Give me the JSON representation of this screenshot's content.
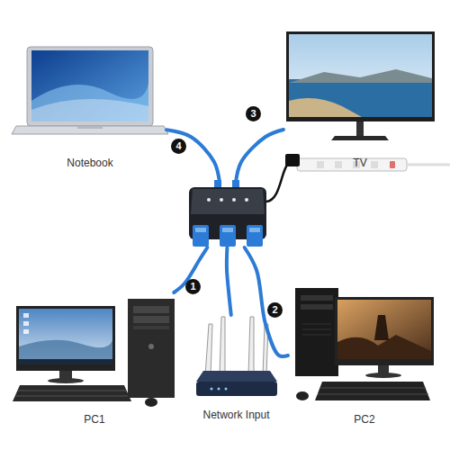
{
  "diagram": {
    "nodes": [
      {
        "text": [
          "Notebook"
        ]
      },
      {
        "text": [
          "TV"
        ]
      },
      {
        "text": []
      },
      {
        "text": [
          "PC1"
        ]
      },
      {
        "text": [
          "Network Input"
        ]
      },
      {
        "text": [
          "PC2"
        ]
      }
    ],
    "edges": [
      {
        "from": 2,
        "to": 3,
        "arrow": "none",
        "label": "1"
      },
      {
        "from": 2,
        "to": 4,
        "arrow": "none"
      },
      {
        "from": 2,
        "to": 5,
        "arrow": "none",
        "label": "2"
      },
      {
        "from": 2,
        "to": 1,
        "arrow": "none",
        "label": "3"
      },
      {
        "from": 2,
        "to": 0,
        "arrow": "none",
        "label": "4"
      }
    ]
  }
}
